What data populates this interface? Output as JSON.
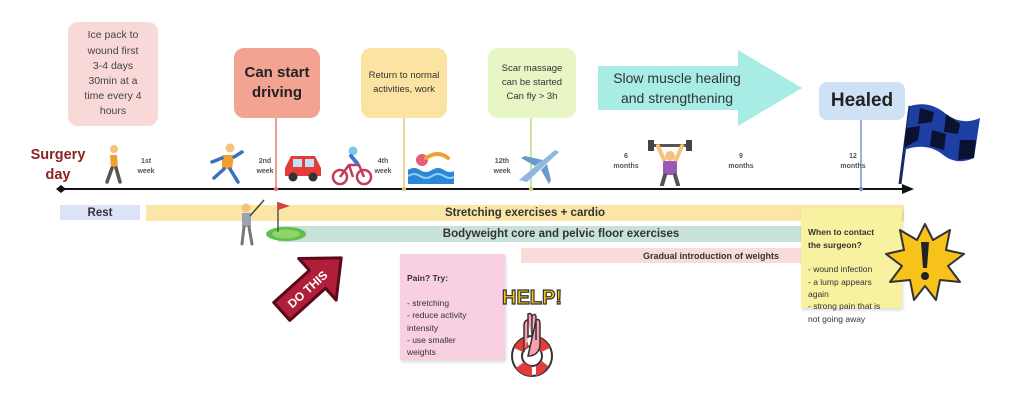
{
  "surgery_day": "Surgery\nday",
  "notes": {
    "ice_pack": "Ice pack to\nwound first\n3-4 days\n30min at a\ntime  every 4\nhours",
    "can_start_driving": "Can start\ndriving",
    "return_to_normal": "Return to normal\nactivities, work",
    "scar_massage": "Scar massage\ncan be started\nCan fly > 3h",
    "slow_muscle": "Slow muscle healing\nand strengthening",
    "healed": "Healed"
  },
  "ticks": [
    "1st\nweek",
    "2nd\nweek",
    "4th\nweek",
    "12th\nweek",
    "6\nmonths",
    "9\nmonths",
    "12\nmonths"
  ],
  "bands": {
    "rest": "Rest",
    "stretching": "Stretching exercises + cardio",
    "bodyweight": "Bodyweight core and pelvic floor exercises",
    "weights": "Gradual introduction of weights"
  },
  "pain_note": {
    "title": "Pain? Try:",
    "body": "- stretching\n- reduce activity\nintensity\n- use smaller\nweights"
  },
  "surgeon_note": {
    "title": "When to contact\nthe surgeon?",
    "body": "- wound infection\n- a lump appears\nagain\n- strong pain that is\nnot going away"
  },
  "stickers": {
    "do_this": "DO THIS",
    "help": "HELP!"
  },
  "colors": {
    "timeline": "#111111",
    "surgery_text": "#8b2323",
    "rest_band": "#dce3f7",
    "stretching_band": "#fbe6a6",
    "bodyweight_band": "#c9e2d9",
    "weights_band": "#f9dcda",
    "pain_note": "#f9cfe2",
    "surgeon_note": "#f7f1a0",
    "arrow": "#a8ece6"
  }
}
